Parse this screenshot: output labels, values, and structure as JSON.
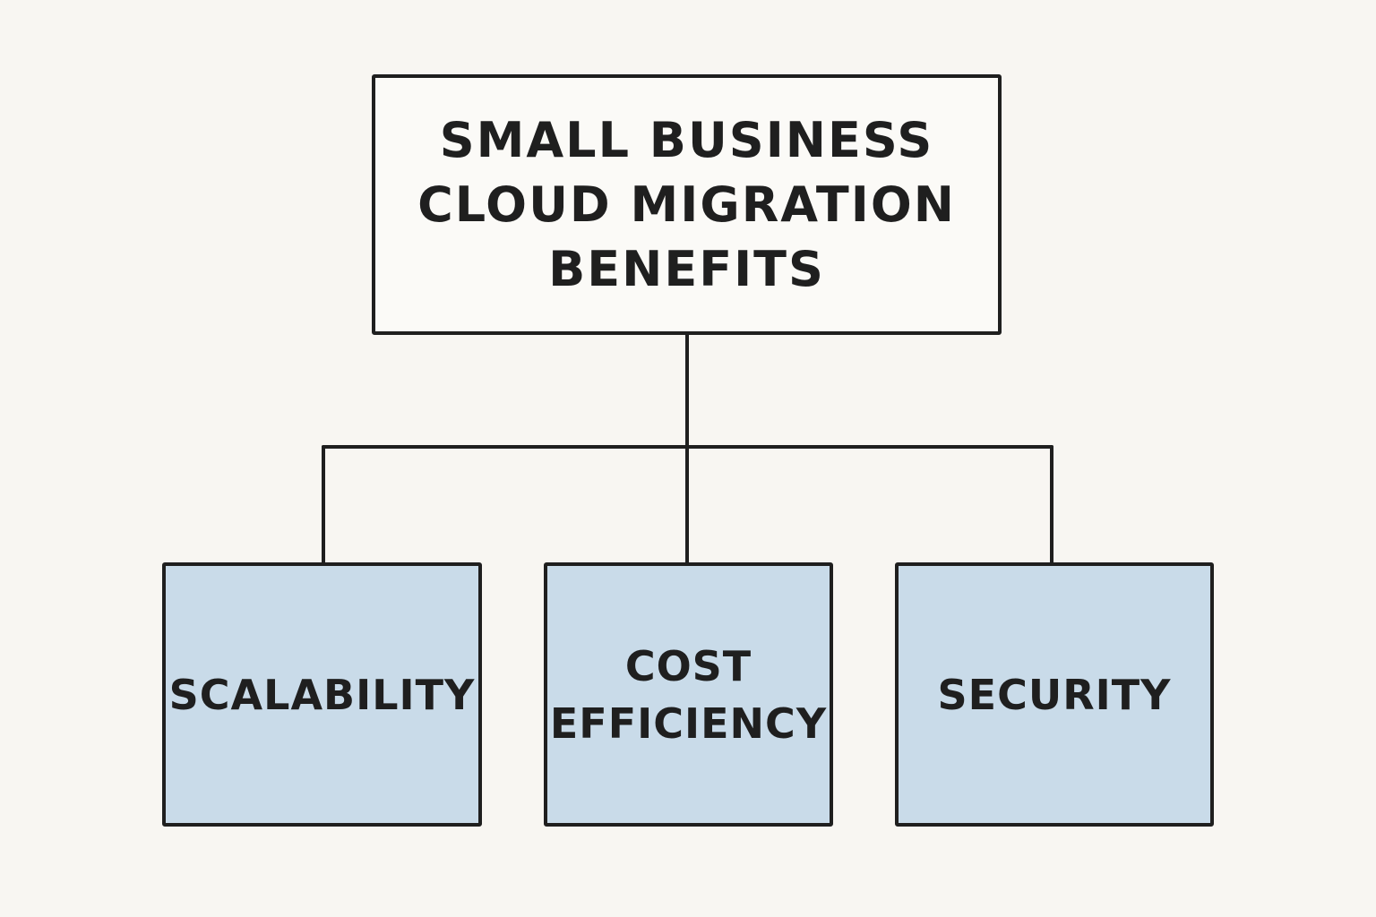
{
  "diagram": {
    "root": {
      "lines": [
        "SMALL BUSINESS",
        "CLOUD MIGRATION",
        "BENEFITS"
      ]
    },
    "children": [
      {
        "lines": [
          "SCALABILITY"
        ]
      },
      {
        "lines": [
          "COST",
          "EFFICIENCY"
        ]
      },
      {
        "lines": [
          "SECURITY"
        ]
      }
    ]
  },
  "colors": {
    "background": "#f8f6f2",
    "root_fill": "#fbfaf7",
    "child_fill": "#c9dbe9",
    "stroke": "#1f1f1f"
  }
}
